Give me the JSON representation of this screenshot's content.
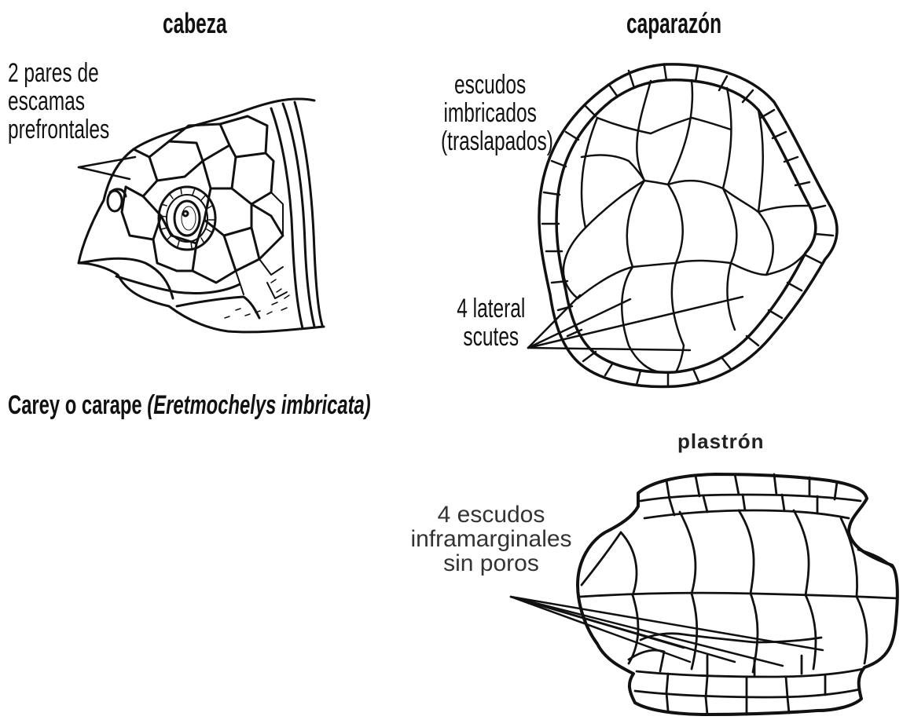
{
  "head": {
    "title": "cabeza",
    "label_lines": [
      "2 pares de",
      "escamas",
      "prefrontales"
    ]
  },
  "carapace": {
    "title": "caparazón",
    "label_top_lines": [
      "escudos",
      "imbricados",
      "(traslapados)"
    ],
    "label_lateral_lines": [
      "4 lateral",
      "scutes"
    ]
  },
  "species": {
    "common_name": "Carey o carape",
    "scientific_name": "(Eretmochelys imbricata)"
  },
  "plastron": {
    "title": "plastrón",
    "label_lines": [
      "4 escudos",
      "inframarginales",
      "sin poros"
    ]
  }
}
